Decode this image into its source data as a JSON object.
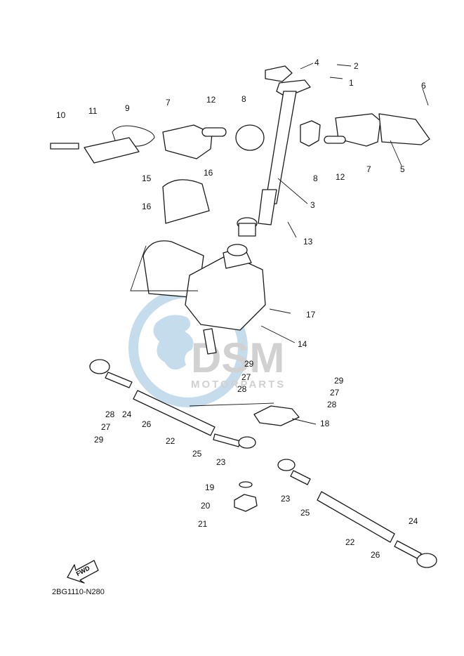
{
  "diagram": {
    "code": "2BG1110-N280",
    "fwd_label": "FWD",
    "callouts": [
      "1",
      "2",
      "3",
      "4",
      "5",
      "6",
      "7",
      "7",
      "8",
      "8",
      "9",
      "10",
      "11",
      "12",
      "12",
      "13",
      "14",
      "15",
      "16",
      "16",
      "17",
      "18",
      "19",
      "20",
      "21",
      "22",
      "22",
      "23",
      "23",
      "24",
      "24",
      "25",
      "25",
      "26",
      "26",
      "27",
      "27",
      "27",
      "28",
      "28",
      "28",
      "29",
      "29",
      "29"
    ]
  },
  "watermark": {
    "brand": "DSM",
    "subtitle": "MOTORPARTS",
    "colors": {
      "globe": "#bcd6ea",
      "text": "#c9c9c9"
    }
  }
}
